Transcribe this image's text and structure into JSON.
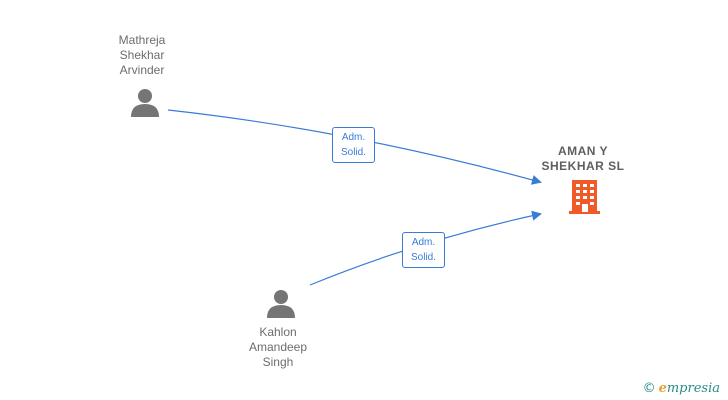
{
  "nodes": {
    "person1": {
      "name_lines": [
        "Mathreja",
        "Shekhar",
        "Arvinder"
      ]
    },
    "person2": {
      "name_lines": [
        "Kahlon",
        "Amandeep",
        "Singh"
      ]
    },
    "company": {
      "name_lines": [
        "AMAN Y",
        "SHEKHAR  SL"
      ]
    }
  },
  "edges": [
    {
      "label_lines": [
        "Adm.",
        "Solid."
      ]
    },
    {
      "label_lines": [
        "Adm.",
        "Solid."
      ]
    }
  ],
  "colors": {
    "edge": "#3a7bd5",
    "person_icon": "#757575",
    "company_icon": "#f05a28"
  },
  "icons": {
    "person": "person-icon",
    "company": "building-icon"
  },
  "watermark": {
    "copyright": "©",
    "brand_first": "e",
    "brand_rest": "mpresia"
  }
}
